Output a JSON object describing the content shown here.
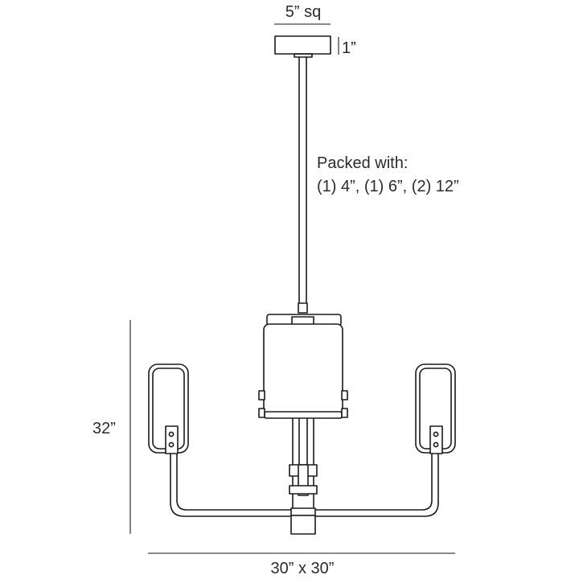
{
  "dimensions": {
    "canopy_width": "5” sq",
    "canopy_height": "1”",
    "overall_height": "32”",
    "overall_width": "30” x 30”"
  },
  "note": {
    "line1": "Packed with:",
    "line2": "(1) 4”, (1) 6”, (2) 12”"
  }
}
